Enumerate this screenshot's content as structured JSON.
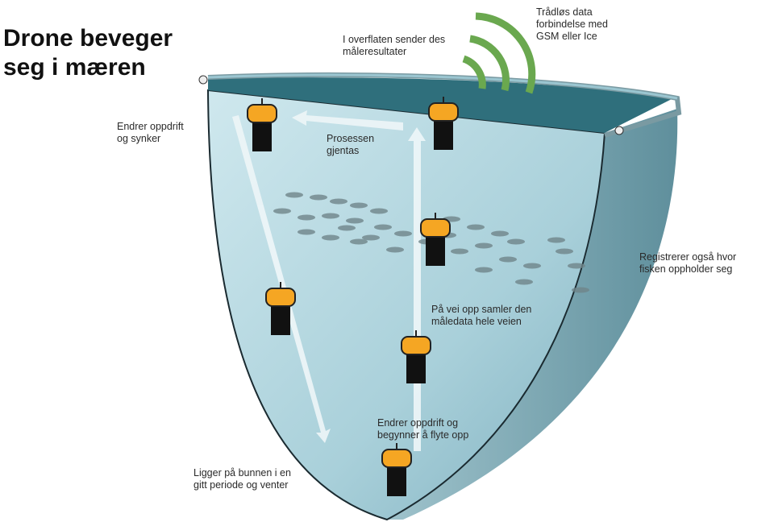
{
  "title": {
    "line1": "Drone beveger",
    "line2": "seg i mæren"
  },
  "labels": {
    "surface_send": [
      "I overflaten sender des",
      "måleresultater"
    ],
    "wireless": [
      "Trådløs data",
      "forbindelse med",
      "GSM eller Ice"
    ],
    "sink": [
      "Endrer oppdrift",
      "og synker"
    ],
    "repeat": [
      "Prosessen",
      "gjentas"
    ],
    "fish_register": [
      "Registrerer også hvor",
      "fisken oppholder seg"
    ],
    "collect": [
      "På vei opp samler den",
      "måledata hele veien"
    ],
    "rise": [
      "Endrer oppdrift og",
      "begynner å flyte opp"
    ],
    "bottom": [
      "Ligger på bunnen i en",
      "gitt periode og venter"
    ]
  },
  "colors": {
    "signal": "#6aa84f",
    "drone_top": "#f5a623",
    "drone_body": "#111111",
    "water": "#b9dbe3",
    "surface": "#2f6f7c"
  }
}
